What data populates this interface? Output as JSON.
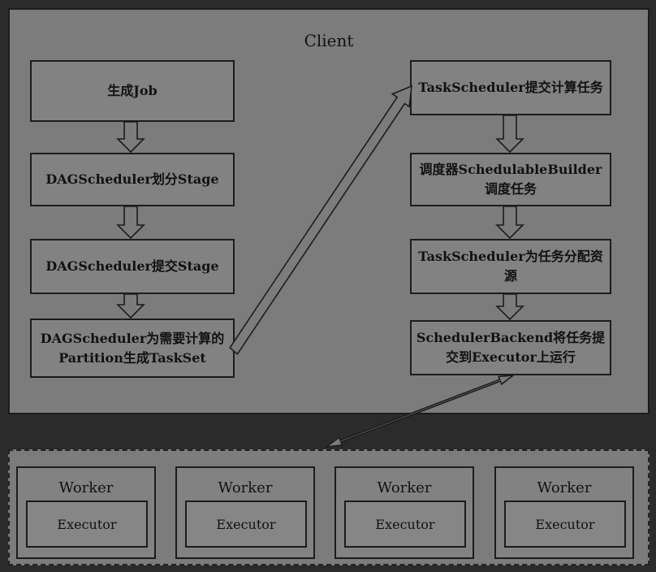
{
  "client": {
    "title": "Client"
  },
  "left_steps": [
    {
      "label": "生成Job"
    },
    {
      "label": "DAGScheduler划分Stage"
    },
    {
      "label": "DAGScheduler提交Stage"
    },
    {
      "label": "DAGScheduler为需要计算的Partition生成TaskSet"
    }
  ],
  "right_steps": [
    {
      "label": "TaskScheduler提交计算任务"
    },
    {
      "label": "调度器SchedulableBuilder调度任务"
    },
    {
      "label": "TaskScheduler为任务分配资源"
    },
    {
      "label": "SchedulerBackend将任务提交到Executor上运行"
    }
  ],
  "workers": [
    {
      "label": "Worker",
      "executor": "Executor"
    },
    {
      "label": "Worker",
      "executor": "Executor"
    },
    {
      "label": "Worker",
      "executor": "Executor"
    },
    {
      "label": "Worker",
      "executor": "Executor"
    }
  ]
}
